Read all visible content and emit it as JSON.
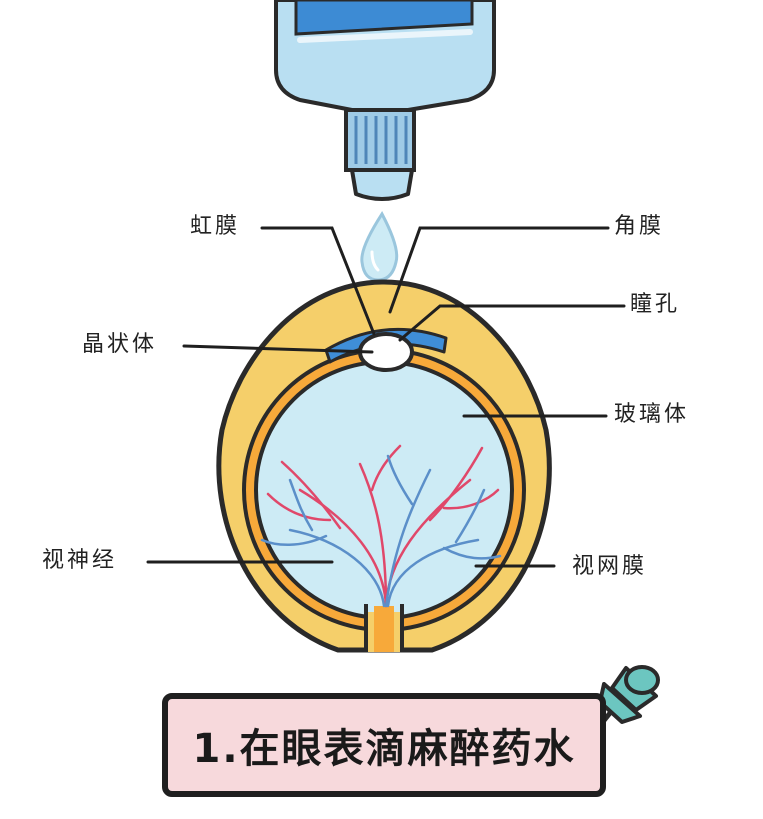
{
  "labels": {
    "iris": "虹膜",
    "cornea": "角膜",
    "pupil": "瞳孔",
    "lens": "晶状体",
    "vitreous": "玻璃体",
    "optic_nerve": "视神经",
    "retina": "视网膜"
  },
  "caption": "1.在眼表滴麻醉药水",
  "colors": {
    "outline": "#2a2a2a",
    "bottle": "#b9dff2",
    "bottle_label": "#3d8bd4",
    "sclera": "#f5cf6a",
    "choroid": "#f7a93a",
    "vitreous": "#cdebf5",
    "iris": "#3f8ed8",
    "caption_bg": "#f7d9dc",
    "pin": "#6cc6c0",
    "vessel_red": "#e0486a",
    "vessel_blue": "#5b8fc9"
  },
  "icons": [
    "eye-drop-bottle-icon",
    "drop-icon",
    "pushpin-icon"
  ]
}
